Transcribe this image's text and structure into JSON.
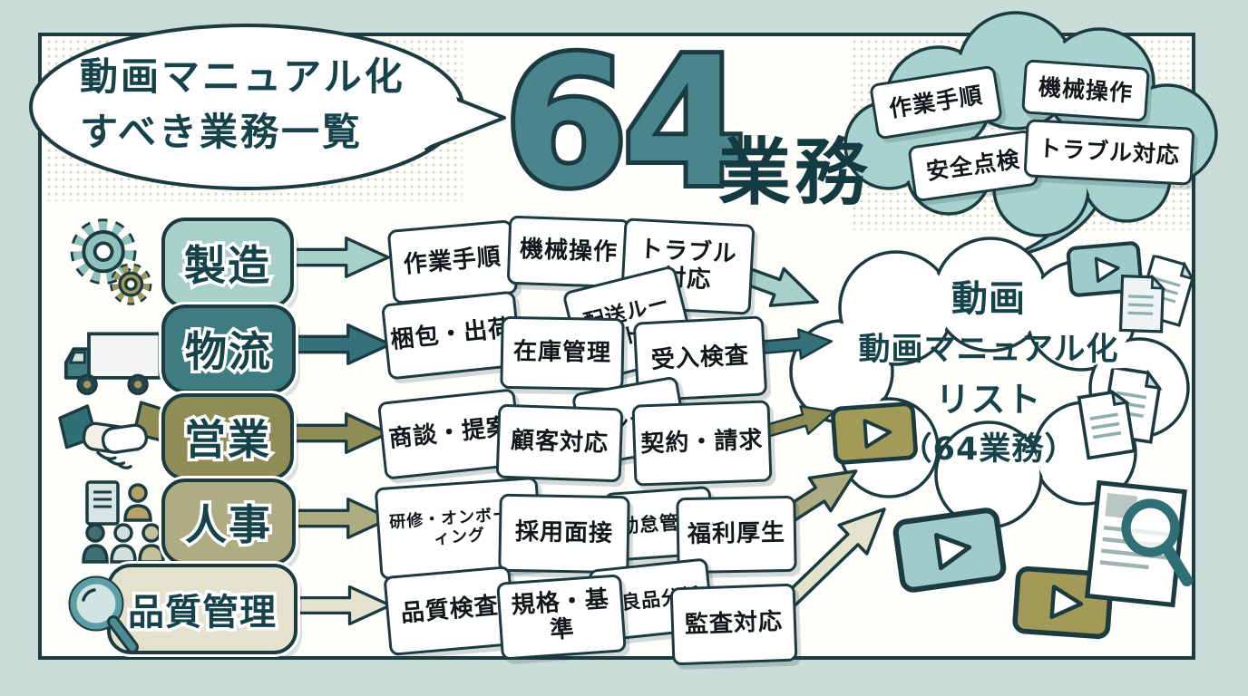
{
  "palette": {
    "page_bg": "#c9dcd8",
    "ink": "#1c3b40",
    "teal_light": "#a9cfc9",
    "teal_number": "#4a858d",
    "teal_dark": "#3f7c82",
    "teal_arrow": "#35717a",
    "olive": "#8f8c55",
    "khaki": "#aeac82",
    "beige": "#e4e1cd",
    "cloud_teal": "#a8d2cf",
    "text_dark": "#16424a"
  },
  "title_bubble": {
    "line1": "動画マニュアル化",
    "line2": "すべき業務一覧"
  },
  "headline": {
    "number": "64",
    "unit": "業務"
  },
  "top_cloud": {
    "tags": [
      "作業手順",
      "機械操作",
      "安全点検",
      "トラブル対応"
    ]
  },
  "categories": [
    {
      "label": "製造",
      "color": "#a9cfc9",
      "icon": "gears-icon",
      "tasks": [
        "作業手順",
        "機械操作",
        "トラブル対応"
      ]
    },
    {
      "label": "物流",
      "color": "#3f7c82",
      "icon": "truck-icon",
      "tasks": [
        "梱包・出荷",
        "在庫管理",
        "配送ルート",
        "受入検査"
      ]
    },
    {
      "label": "営業",
      "color": "#8f8c55",
      "icon": "handshake-icon",
      "tasks": [
        "商談・提案",
        "顧客対応",
        "プレゼン",
        "契約・請求"
      ]
    },
    {
      "label": "人事",
      "color": "#aeac82",
      "icon": "people-icon",
      "tasks": [
        "研修・オンボーディング",
        "採用面接",
        "勤怠管理",
        "福利厚生"
      ]
    },
    {
      "label": "品質管理",
      "color": "#e4e1cd",
      "icon": "magnifier-icon",
      "tasks": [
        "品質検査",
        "規格・基準",
        "不良品分析",
        "監査対応"
      ]
    }
  ],
  "result_cloud": {
    "lines": [
      "動画",
      "動画マニュアル化",
      "リスト",
      "（64業務）"
    ]
  }
}
